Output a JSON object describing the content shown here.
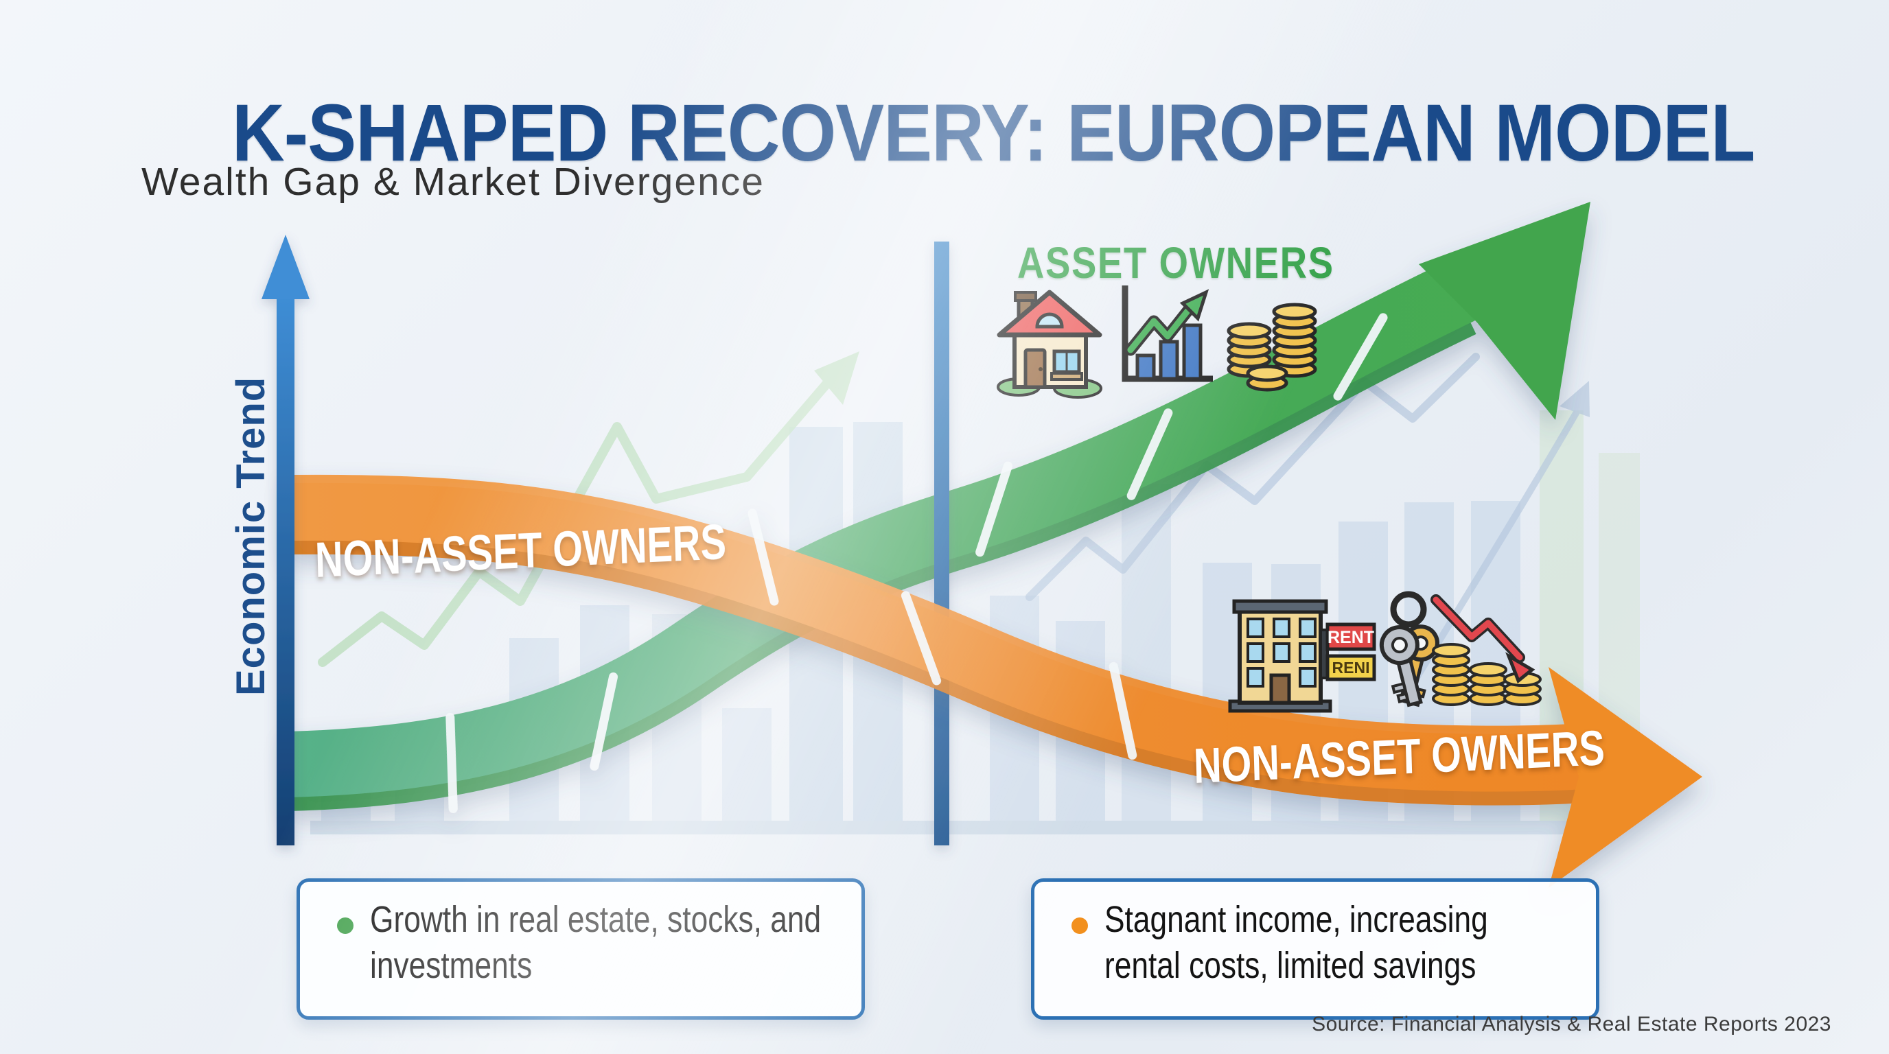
{
  "header": {
    "title": "K-SHAPED RECOVERY: EUROPEAN MODEL",
    "subtitle": "Wealth Gap & Market Divergence"
  },
  "chart": {
    "y_axis_label": "Economic Trend",
    "asset_branch": {
      "label": "ASSET OWNERS",
      "trend": "up",
      "band_color": "#43a65b",
      "icons": [
        "house-icon",
        "stock-growth-icon",
        "coin-stacks-icon"
      ]
    },
    "non_asset_branch": {
      "band_label_left": "NON-ASSET OWNERS",
      "band_label_right": "NON-ASSET OWNERS",
      "trend": "down",
      "band_color": "#ee8a2e",
      "icons": [
        "rental-building-icon",
        "keys-icon",
        "declining-coins-icon"
      ],
      "rent_sign": {
        "top": "RENT",
        "bottom": "RENI"
      }
    }
  },
  "callouts": {
    "asset": {
      "bullet_color": "#45a24f",
      "text": "Growth in real estate, stocks, and investments"
    },
    "non_asset": {
      "bullet_color": "#f2901e",
      "text": "Stagnant income, increasing rental costs, limited savings"
    }
  },
  "source": "Source: Financial Analysis & Real Estate Reports 2023",
  "colors": {
    "title_navy": "#1a4a8a",
    "subtitle_gray": "#2e2e2e",
    "asset_green": "#35a24a",
    "axis_blue": "#2e7cc0",
    "divider_blue": "#1e6cb5",
    "callout_border_blue": "#2b70b4",
    "background": "#eef2f7",
    "background_bars": "#c5d5e7"
  }
}
